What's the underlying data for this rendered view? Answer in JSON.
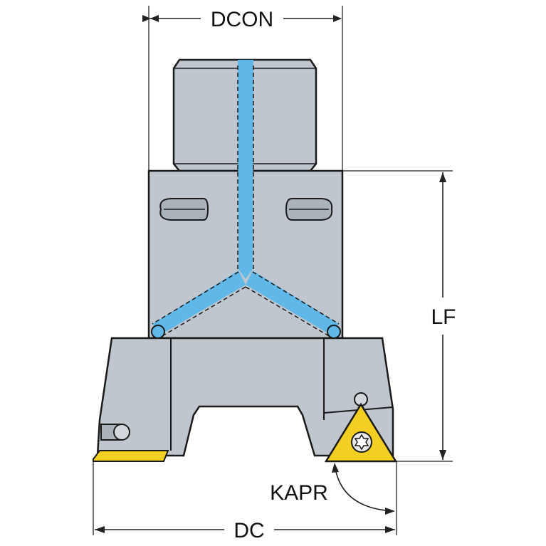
{
  "labels": {
    "dcon": "DCON",
    "lf": "LF",
    "kapr": "KAPR",
    "dc": "DC"
  },
  "colors": {
    "body": "#bfc6cd",
    "body_dark": "#aab2ba",
    "coolant": "#5fb8e8",
    "insert": "#f2cf22",
    "outline": "#1a1a1a",
    "dim_line": "#222222"
  }
}
